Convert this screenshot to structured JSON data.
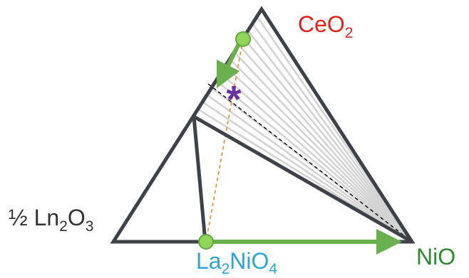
{
  "labels": {
    "ceo2": {
      "base": "CeO",
      "sub": "2"
    },
    "ln2o3": {
      "prefix": "½ Ln",
      "sub1": "2",
      "mid": "O",
      "sub2": "3"
    },
    "la2nio4": {
      "a": "La",
      "sub1": "2",
      "b": "NiO",
      "sub2": "4"
    },
    "nio": {
      "text": "NiO"
    }
  },
  "colors": {
    "frame": "#3f4148",
    "tie_line": "#d3d3d3",
    "arrow": "#6ab04c",
    "point_fill": "#8fd65a",
    "point_stroke": "#5fa83a",
    "dashed_dark": "#000000",
    "dashed_orange": "#f08a24",
    "star": "#6a2fa0",
    "ceo2_label": "#e8201a",
    "la2nio4_label": "#2aa6d8",
    "nio_label": "#2e8b2e",
    "ln2o3_label": "#333333"
  },
  "markers": {
    "star": "*"
  }
}
